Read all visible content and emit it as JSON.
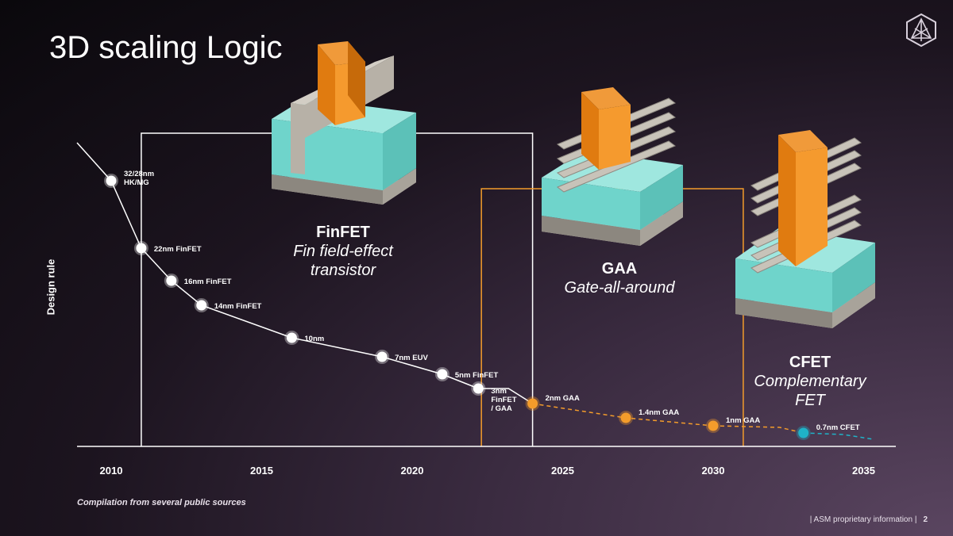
{
  "slide": {
    "title": "3D scaling Logic",
    "y_axis_label": "Design rule",
    "source_note": "Compilation from several public sources",
    "footer": "| ASM proprietary information |",
    "page_number": "2"
  },
  "technologies": [
    {
      "name": "FinFET",
      "desc_line1": "Fin field-effect",
      "desc_line2": "transistor"
    },
    {
      "name": "GAA",
      "desc_line1": "Gate-all-around",
      "desc_line2": ""
    },
    {
      "name": "CFET",
      "desc_line1": "Complementary FET",
      "desc_line2": ""
    }
  ],
  "colors": {
    "finfet": "#ffffff",
    "gaa": "#f39c2b",
    "cfet": "#1fb3c8",
    "gate": "#e07b10",
    "substrate": "#bdb8ae",
    "oxide": "#7fdcd4"
  },
  "chart_data": {
    "type": "line",
    "title": "",
    "xlabel": "",
    "ylabel": "Design rule",
    "xlim": [
      2009,
      2036.2
    ],
    "x_ticks": [
      2010,
      2015,
      2020,
      2025,
      2030,
      2035
    ],
    "series": [
      {
        "color": "#ffffff",
        "style": "solid",
        "points": [
          {
            "x": 2010,
            "label_lines": [
              "32/28nm",
              "HK/MG"
            ]
          },
          {
            "x": 2011,
            "label_lines": [
              "22nm FinFET"
            ]
          },
          {
            "x": 2012,
            "label_lines": [
              "16nm FinFET"
            ]
          },
          {
            "x": 2013,
            "label_lines": [
              "14nm FinFET"
            ]
          },
          {
            "x": 2016,
            "label_lines": [
              "10nm"
            ]
          },
          {
            "x": 2019,
            "label_lines": [
              "7nm EUV"
            ]
          },
          {
            "x": 2021,
            "label_lines": [
              "5nm FinFET"
            ]
          },
          {
            "x": 2022.2,
            "label_lines": [
              "3nm",
              "FinFET",
              "/ GAA"
            ]
          }
        ]
      },
      {
        "color": "#f39c2b",
        "style": "dashed",
        "points": [
          {
            "x": 2024,
            "label_lines": [
              "2nm GAA"
            ]
          },
          {
            "x": 2027.1,
            "label_lines": [
              "1.4nm GAA"
            ]
          },
          {
            "x": 2030,
            "label_lines": [
              "1nm GAA"
            ]
          }
        ]
      },
      {
        "color": "#1fb3c8",
        "style": "dashed",
        "points": [
          {
            "x": 2033,
            "label_lines": [
              "0.7nm CFET"
            ]
          }
        ]
      }
    ],
    "era_boxes": [
      {
        "era": "FinFET",
        "x_start": 2011,
        "x_end": 2024,
        "color": "#ffffff"
      },
      {
        "era": "GAA",
        "x_start": 2022.3,
        "x_end": 2031,
        "color": "#f39c2b"
      }
    ]
  }
}
